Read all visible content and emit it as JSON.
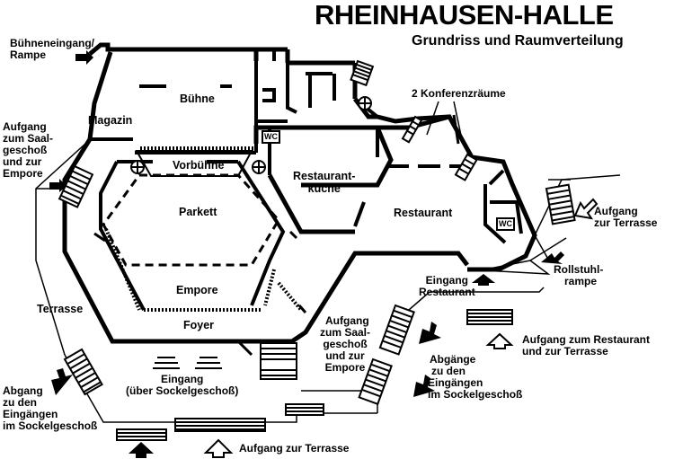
{
  "title": "RHEINHAUSEN-HALLE",
  "subtitle": "Grundriss und Raumverteilung",
  "labels": {
    "buehneneingang": [
      "Bühneneingang/",
      "Rampe"
    ],
    "buehne": "Bühne",
    "magazin": "Magazin",
    "aufgang_saal_links": [
      "Aufgang",
      "zum Saal-",
      "geschoß",
      "und zur",
      "Empore"
    ],
    "vorbuehne": "Vorbühne",
    "wc": "WC",
    "konferenzraeume": "2 Konferenzräume",
    "restaurantkueche": [
      "Restaurant-",
      "küche"
    ],
    "restaurant": "Restaurant",
    "parkett": "Parkett",
    "aufgang_terrasse": [
      "Aufgang",
      "zur Terrasse"
    ],
    "rollstuhlrampe": [
      "Rollstuhl-",
      "rampe"
    ],
    "eingang_restaurant": [
      "Eingang",
      "Restaurant"
    ],
    "empore": "Empore",
    "terrasse": "Terrasse",
    "foyer": "Foyer",
    "aufgang_saal_rechts": [
      "Aufgang",
      "zum Saal-",
      "geschoß",
      "und zur",
      "Empore"
    ],
    "aufgang_restaurant_terrasse": [
      "Aufgang zum Restaurant",
      "und zur Terrasse"
    ],
    "eingang_sockel": [
      "Eingang",
      "(über Sockelgeschoß)"
    ],
    "abgaenge_rechts": [
      "Abgänge",
      "zu den",
      "Eingängen",
      "im Sockelgeschoß"
    ],
    "abgang_links": [
      "Abgang",
      "zu den",
      "Eingängen",
      "im Sockelgeschoß"
    ],
    "aufgang_terrasse_unten": "Aufgang zur Terrasse"
  },
  "colors": {
    "ink": "#000000",
    "paper": "#ffffff"
  },
  "icons": [
    "stair-icon",
    "arrow-up-icon",
    "arrow-up-outline-icon",
    "arrow-right-icon",
    "arrow-icon",
    "escalator-icon"
  ]
}
